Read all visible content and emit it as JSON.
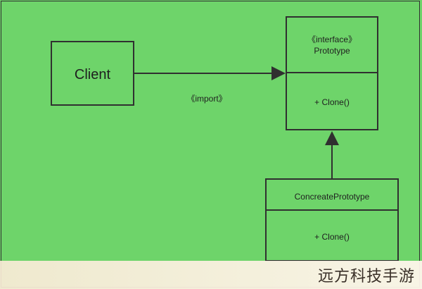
{
  "diagram": {
    "background": "#6ed46a",
    "stroke": "#303030",
    "client": {
      "label": "Client"
    },
    "prototype": {
      "stereotype": "《interface》",
      "name": "Prototype",
      "method": "+  Clone()"
    },
    "concrete": {
      "name": "ConcreatePrototype",
      "method": "+   Clone()"
    },
    "association_label": "《import》"
  },
  "watermark": {
    "brand": "远方科技手游",
    "faint_text": ""
  }
}
